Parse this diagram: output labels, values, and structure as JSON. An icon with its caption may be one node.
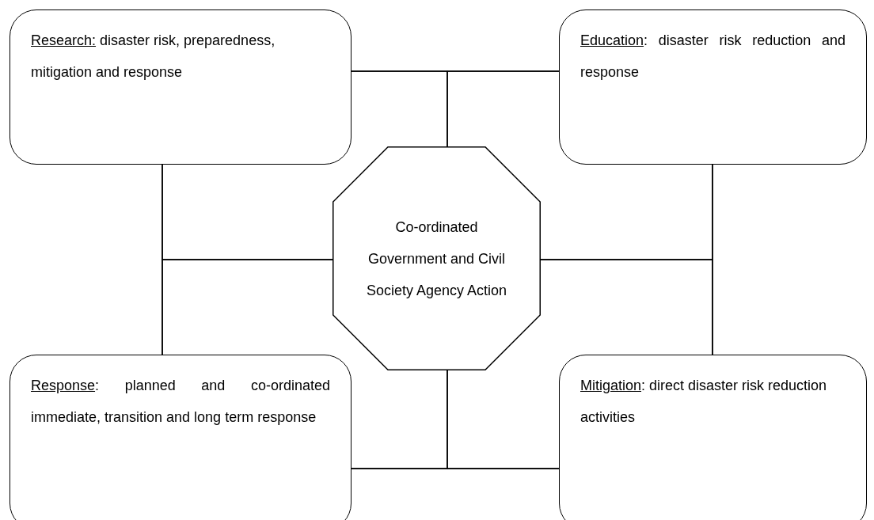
{
  "diagram": {
    "nodes": [
      {
        "text": [
          "Research:",
          "disaster risk, preparedness, mitigation and response"
        ]
      },
      {
        "text": [
          "Education",
          ": disaster risk reduction and response"
        ]
      },
      {
        "text": [
          "Co-ordinated Government and Civil Society Agency Action"
        ]
      },
      {
        "text": [
          "Response",
          ": planned and co-ordinated immediate, transition and long term response"
        ]
      },
      {
        "text": [
          "Mitigation",
          ": direct disaster risk reduction activities"
        ]
      }
    ],
    "edges": [
      {
        "from": 0,
        "to": 1,
        "arrow": "none"
      },
      {
        "from": 2,
        "to": 0,
        "arrow": "none"
      },
      {
        "from": 2,
        "to": 1,
        "arrow": "none"
      },
      {
        "from": 0,
        "to": 3,
        "arrow": "none"
      },
      {
        "from": 2,
        "to": 0,
        "arrow": "none"
      },
      {
        "from": 2,
        "to": 3,
        "arrow": "none"
      },
      {
        "from": 1,
        "to": 4,
        "arrow": "none"
      },
      {
        "from": 2,
        "to": 1,
        "arrow": "none"
      },
      {
        "from": 2,
        "to": 4,
        "arrow": "none"
      },
      {
        "from": 3,
        "to": 4,
        "arrow": "none"
      },
      {
        "from": 2,
        "to": 3,
        "arrow": "none"
      },
      {
        "from": 2,
        "to": 4,
        "arrow": "none"
      }
    ]
  }
}
